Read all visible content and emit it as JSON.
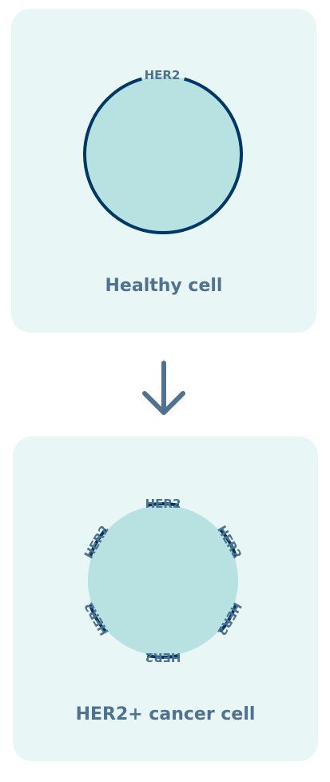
{
  "healthy_panel": {
    "caption": "Healthy cell",
    "receptor_labels": [
      "HER2"
    ]
  },
  "cancer_panel": {
    "caption": "HER2+ cancer cell",
    "receptor_labels": [
      "HER2",
      "HER2",
      "HER2",
      "HER2",
      "HER2",
      "HER2"
    ]
  },
  "colors": {
    "panel_background": "#e8f6f6",
    "cell_fill": "#b8e1e2",
    "membrane": "#003865",
    "text": "#4f7290"
  },
  "icons": {
    "transition_arrow": "arrow-down-icon"
  }
}
